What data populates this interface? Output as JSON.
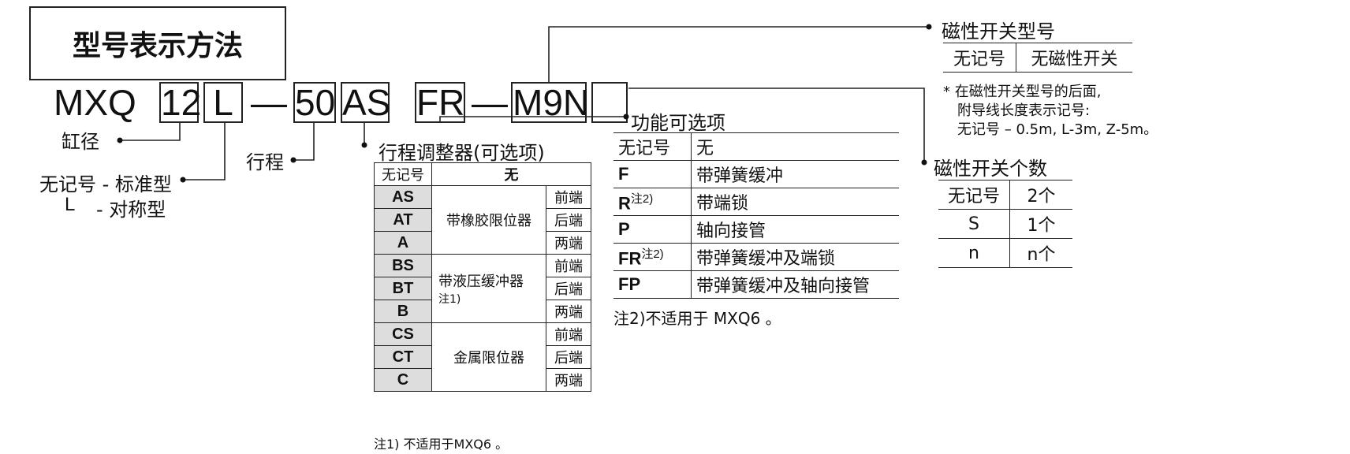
{
  "title": "型号表示方法",
  "model": {
    "prefix": "MXQ",
    "bore": "12",
    "type": "L",
    "dash1": "—",
    "stroke": "50",
    "adjuster": "AS",
    "function": "FR",
    "dash2": "—",
    "switch": "M9N",
    "count": ""
  },
  "labels": {
    "bore": "缸径",
    "stroke": "行程",
    "type_none": "无记号 - 标准型",
    "type_l_code": "L",
    "type_l_desc": "- 对称型"
  },
  "adjuster": {
    "title": "行程调整器(可选项)",
    "header_key": "无记号",
    "header_val": "无",
    "groups": [
      {
        "name": "带橡胶限位器",
        "note": "",
        "rows": [
          {
            "code": "AS",
            "pos": "前端"
          },
          {
            "code": "AT",
            "pos": "后端"
          },
          {
            "code": "A",
            "pos": "两端"
          }
        ]
      },
      {
        "name": "带液压缓冲器",
        "note": "注1)",
        "rows": [
          {
            "code": "BS",
            "pos": "前端"
          },
          {
            "code": "BT",
            "pos": "后端"
          },
          {
            "code": "B",
            "pos": "两端"
          }
        ]
      },
      {
        "name": "金属限位器",
        "note": "",
        "rows": [
          {
            "code": "CS",
            "pos": "前端"
          },
          {
            "code": "CT",
            "pos": "后端"
          },
          {
            "code": "C",
            "pos": "两端"
          }
        ]
      }
    ],
    "footnote": "注1) 不适用于MXQ6 。"
  },
  "functions": {
    "title": "功能可选项",
    "rows": [
      {
        "code": "无记号",
        "note": "",
        "desc": "无"
      },
      {
        "code": "F",
        "note": "",
        "desc": "带弹簧缓冲"
      },
      {
        "code": "R",
        "note": "注2)",
        "desc": "带端锁"
      },
      {
        "code": "P",
        "note": "",
        "desc": "轴向接管"
      },
      {
        "code": "FR",
        "note": "注2)",
        "desc": "带弹簧缓冲及端锁"
      },
      {
        "code": "FP",
        "note": "",
        "desc": "带弹簧缓冲及轴向接管"
      }
    ],
    "footnote": "注2)不适用于 MXQ6 。"
  },
  "switch_model": {
    "title": "磁性开关型号",
    "key": "无记号",
    "val": "无磁性开关",
    "note1": "* 在磁性开关型号的后面,",
    "note2": "附导线长度表示记号:",
    "note3": "无记号 – 0.5m, L-3m, Z-5m。"
  },
  "switch_count": {
    "title": "磁性开关个数",
    "rows": [
      {
        "key": "无记号",
        "val": "2个"
      },
      {
        "key": "S",
        "val": "1个"
      },
      {
        "key": "n",
        "val": "n个"
      }
    ]
  }
}
